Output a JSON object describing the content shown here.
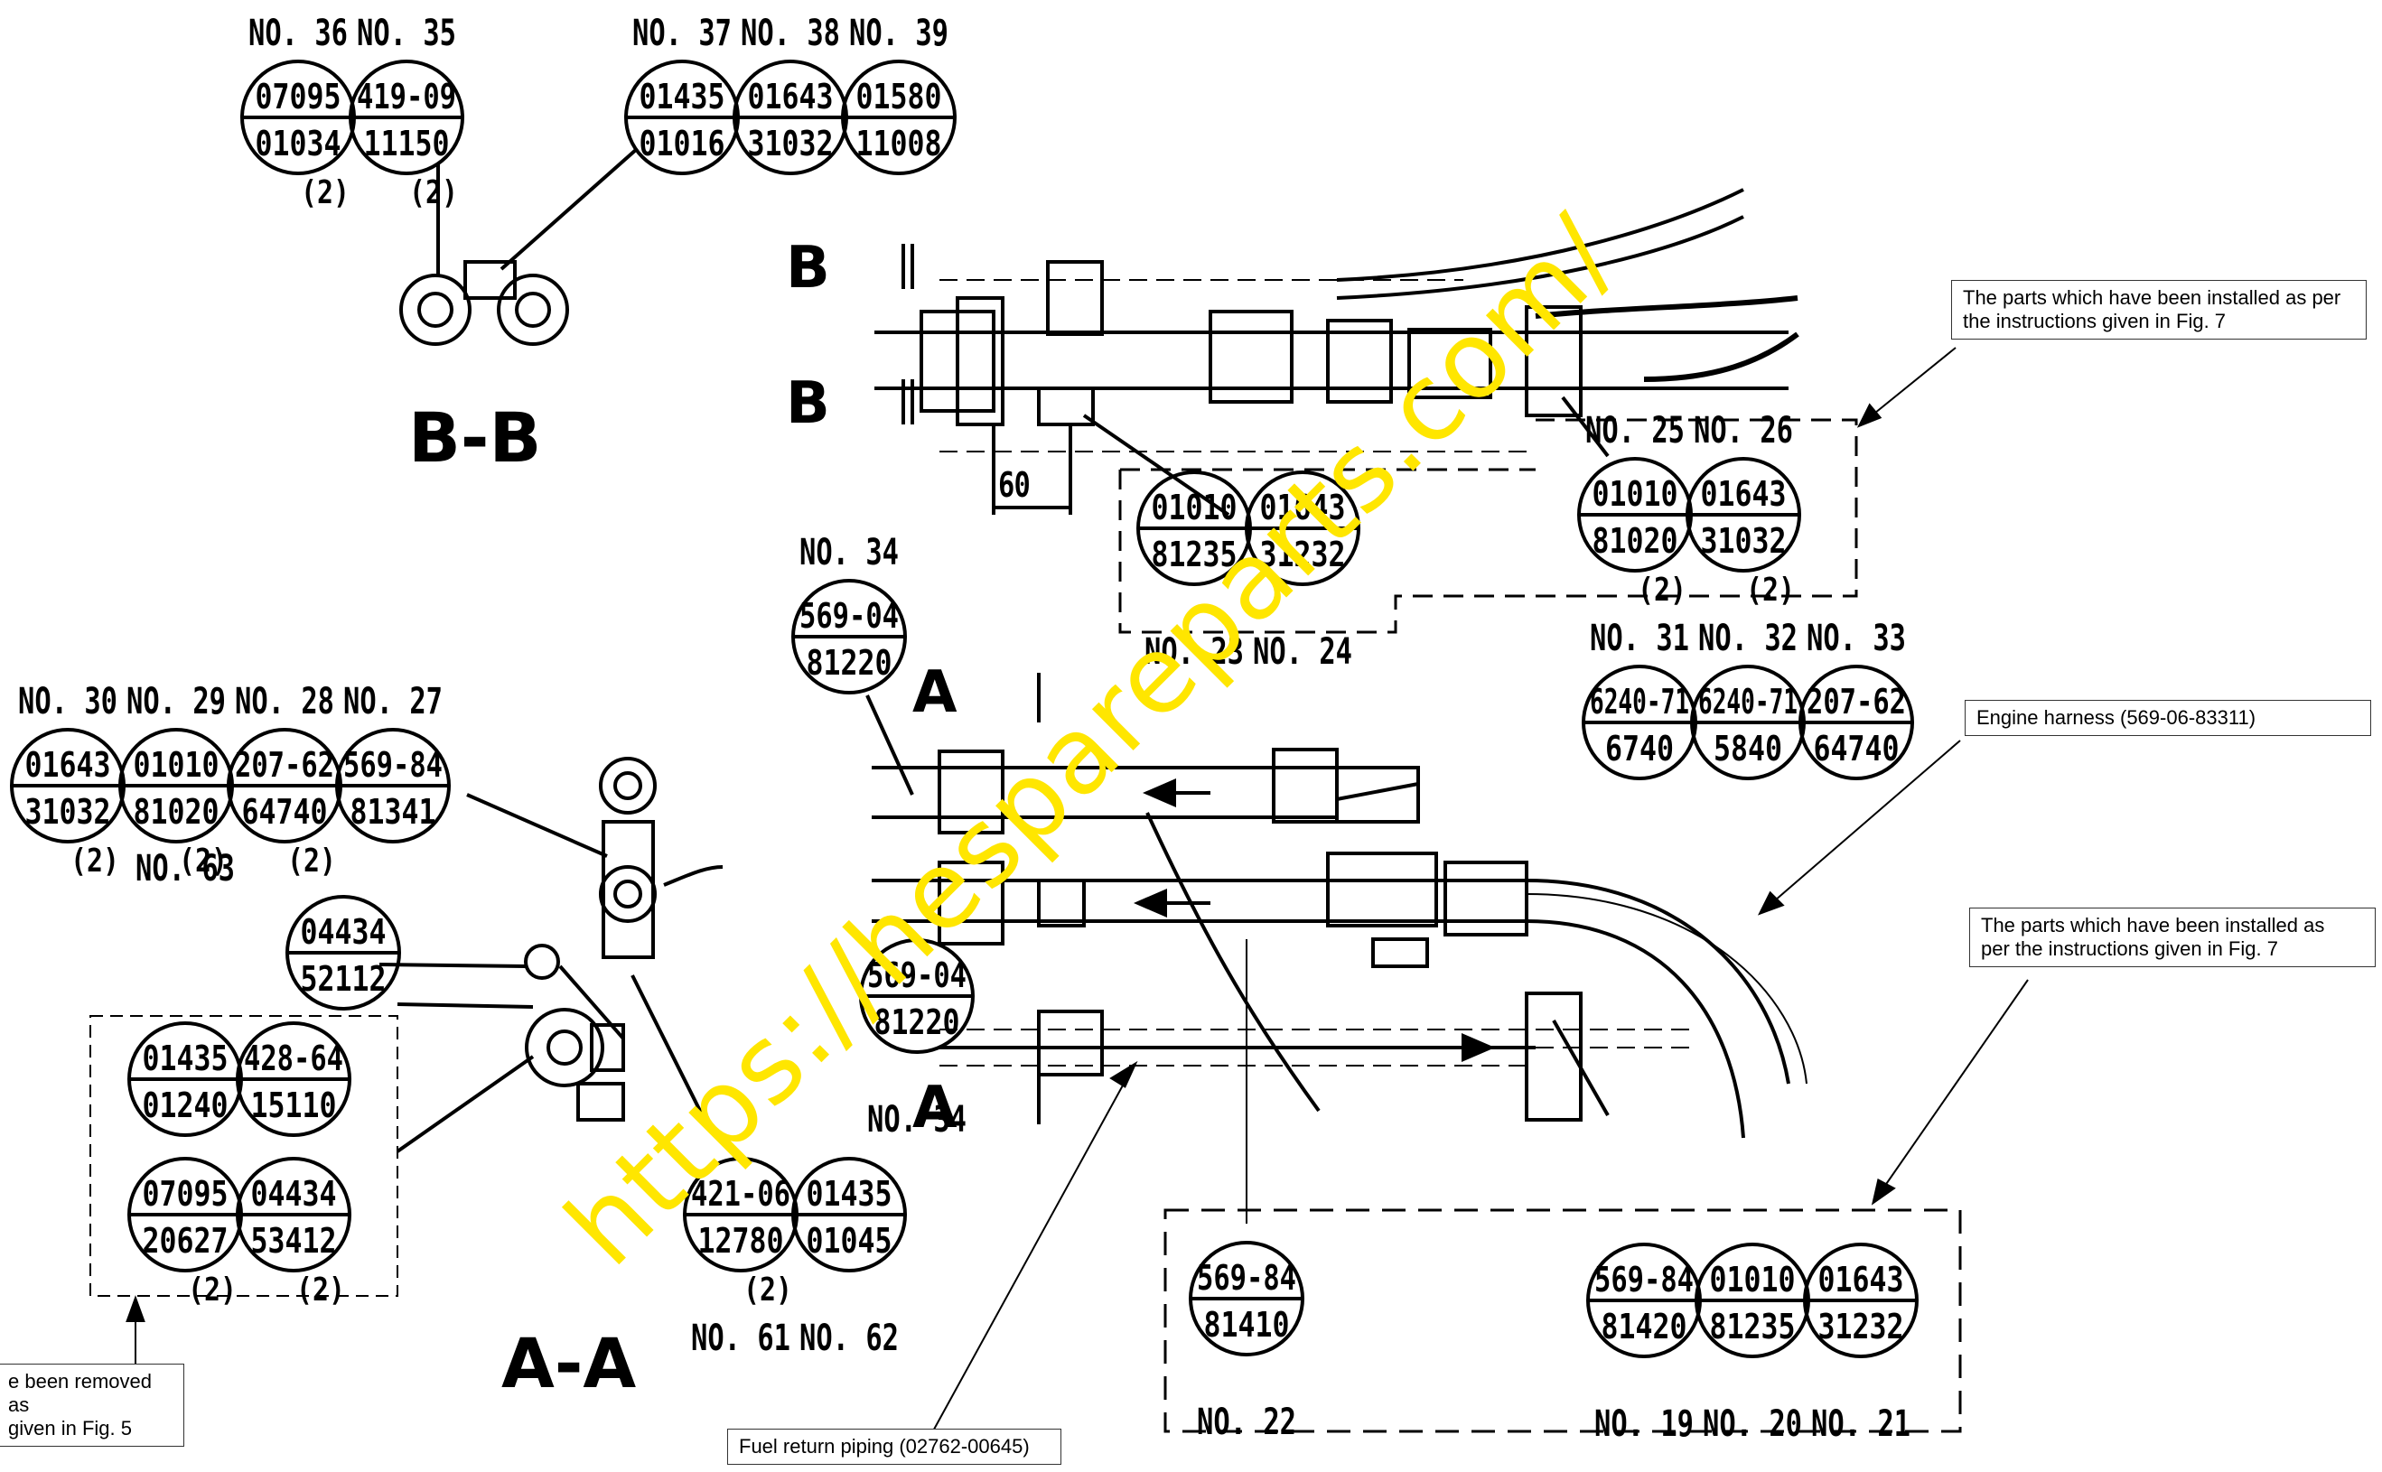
{
  "bubbles_BB_left": [
    {
      "no": "NO. 36",
      "top": "07095",
      "bottom": "01034",
      "qty": "(2)"
    },
    {
      "no": "NO. 35",
      "top": "419-09",
      "bottom": "11150",
      "qty": "(2)"
    }
  ],
  "bubbles_BB_right": [
    {
      "no": "NO. 37",
      "top": "01435",
      "bottom": "01016"
    },
    {
      "no": "NO. 38",
      "top": "01643",
      "bottom": "31032"
    },
    {
      "no": "NO. 39",
      "top": "01580",
      "bottom": "11008"
    }
  ],
  "bubbles_23_24": [
    {
      "no": "NO. 23",
      "top": "01010",
      "bottom": "81235"
    },
    {
      "no": "NO. 24",
      "top": "01643",
      "bottom": "31232"
    }
  ],
  "bubbles_25_26": [
    {
      "no": "NO. 25",
      "top": "01010",
      "bottom": "81020",
      "qty": "(2)"
    },
    {
      "no": "NO. 26",
      "top": "01643",
      "bottom": "31032",
      "qty": "(2)"
    }
  ],
  "bubble_34_top": {
    "no": "NO. 34",
    "top": "569-04",
    "bottom": "81220"
  },
  "bubble_34_bottom": {
    "no": "NO. 34",
    "top": "569-04",
    "bottom": "81220"
  },
  "bubbles_27_30": [
    {
      "no": "NO. 30",
      "top": "01643",
      "bottom": "31032",
      "qty": "(2)"
    },
    {
      "no": "NO. 29",
      "top": "01010",
      "bottom": "81020",
      "qty": "(2)"
    },
    {
      "no": "NO. 28",
      "top": "207-62",
      "bottom": "64740",
      "qty": "(2)"
    },
    {
      "no": "NO. 27",
      "top": "569-84",
      "bottom": "81341"
    }
  ],
  "bubble_63": {
    "no": "NO. 63",
    "top": "04434",
    "bottom": "52112"
  },
  "bubbles_removed": [
    {
      "top": "01435",
      "bottom": "01240"
    },
    {
      "top": "428-64",
      "bottom": "15110"
    },
    {
      "top": "07095",
      "bottom": "20627",
      "qty": "(2)"
    },
    {
      "top": "04434",
      "bottom": "53412",
      "qty": "(2)"
    }
  ],
  "bubbles_61_62": [
    {
      "no": "NO. 61",
      "top": "421-06",
      "bottom": "12780",
      "qty": "(2)"
    },
    {
      "no": "NO. 62",
      "top": "01435",
      "bottom": "01045"
    }
  ],
  "bubbles_31_33": [
    {
      "no": "NO. 31",
      "top": "6240-71",
      "bottom": "6740"
    },
    {
      "no": "NO. 32",
      "top": "6240-71",
      "bottom": "5840"
    },
    {
      "no": "NO. 33",
      "top": "207-62",
      "bottom": "64740"
    }
  ],
  "bubble_22": {
    "no": "NO. 22",
    "top": "569-84",
    "bottom": "81410"
  },
  "bubbles_19_21": [
    {
      "no": "NO. 19",
      "top": "569-84",
      "bottom": "81420"
    },
    {
      "no": "NO. 20",
      "top": "01010",
      "bottom": "81235"
    },
    {
      "no": "NO. 21",
      "top": "01643",
      "bottom": "31232"
    }
  ],
  "section_labels": {
    "bb": "B-B",
    "aa": "A-A"
  },
  "cut_arrows": {
    "b_top": "B",
    "b_bottom": "B",
    "a_top": "A",
    "a_bottom": "A"
  },
  "dimension": "60",
  "notes": {
    "fig7_top": [
      "The parts which have been installed as per",
      "the instructions given in Fig. 7"
    ],
    "engine_harness": [
      "Engine harness (569-06-83311)"
    ],
    "fig7_bottom": [
      "The parts which have been installed as",
      "per the instructions given in Fig. 7"
    ],
    "removed": [
      "e been removed as",
      "given in Fig. 5"
    ],
    "fuel_return": [
      "Fuel return piping (02762-00645)"
    ]
  },
  "watermark": "https://hespareparts.com/",
  "colors": {
    "line": "#000000",
    "watermark": "#ffe600"
  }
}
